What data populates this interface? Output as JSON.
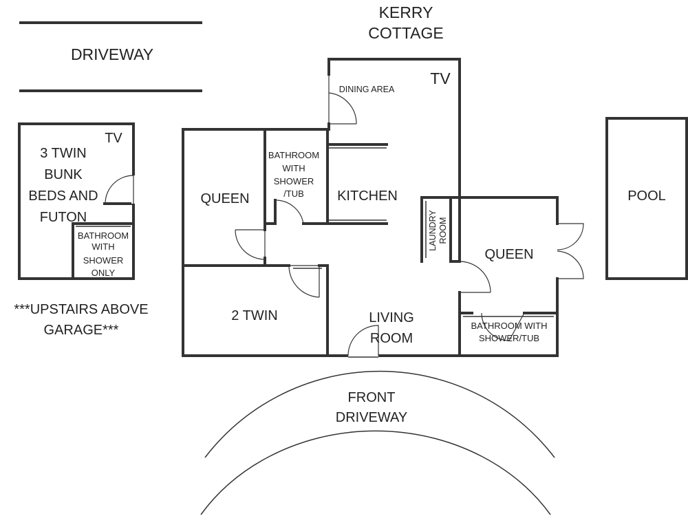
{
  "title_line1": "KERRY",
  "title_line2": "COTTAGE",
  "driveway": "DRIVEWAY",
  "garage": {
    "tv": "TV",
    "bunk_lines": [
      "3 TWIN",
      "BUNK",
      "BEDS AND",
      "FUTON"
    ],
    "bath_lines": [
      "BATHROOM",
      "WITH",
      "SHOWER",
      "ONLY"
    ],
    "note_lines": [
      "***UPSTAIRS ABOVE",
      "GARAGE***"
    ]
  },
  "rooms": {
    "queen_left": "QUEEN",
    "bath_mid_lines": [
      "BATHROOM",
      "WITH",
      "SHOWER",
      "/TUB"
    ],
    "kitchen": "KITCHEN",
    "dining": "DINING AREA",
    "tv_main": "TV",
    "two_twin": "2 TWIN",
    "living_lines": [
      "LIVING",
      "ROOM"
    ],
    "laundry_lines": [
      "LAUNDRY",
      "ROOM"
    ],
    "queen_right": "QUEEN",
    "bath_right_lines": [
      "BATHROOM WITH",
      "SHOWER/TUB"
    ]
  },
  "pool": "POOL",
  "front_driveway_lines": [
    "FRONT",
    "DRIVEWAY"
  ]
}
